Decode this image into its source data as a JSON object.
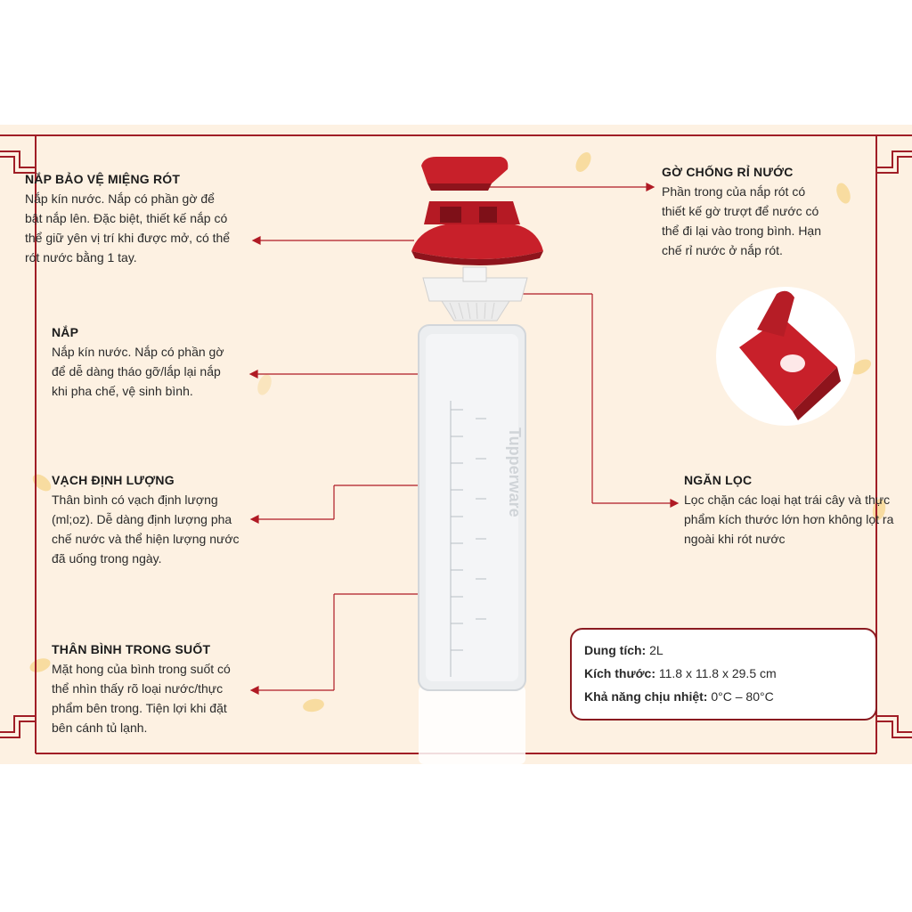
{
  "colors": {
    "frame": "#a01e26",
    "panel_bg": "#fdf1e2",
    "lid_red": "#c8202a",
    "accent_petal": "#f6d48a"
  },
  "brand_text": "Tupperware",
  "callouts": [
    {
      "title": "NẮP BẢO VỆ MIỆNG RÓT",
      "lines": [
        "Nắp kín nước. Nắp có phần gờ để",
        "bật nắp lên. Đặc biệt, thiết kế nắp có",
        "thể giữ yên vị trí khi được mở, có thể",
        "rót nước bằng 1 tay."
      ]
    },
    {
      "title": "NẮP",
      "lines": [
        "Nắp kín nước. Nắp có phần gờ",
        "để dễ dàng tháo gỡ/lắp lại nắp",
        "khi pha chế, vệ sinh bình."
      ]
    },
    {
      "title": "VẠCH ĐỊNH LƯỢNG",
      "lines": [
        "Thân bình có vạch định lượng",
        "(ml;oz). Dễ dàng định lượng pha",
        "chế nước và thể hiện lượng nước",
        "đã uống trong ngày."
      ]
    },
    {
      "title": "THÂN BÌNH TRONG SUỐT",
      "lines": [
        "Mặt hong của bình trong suốt có",
        "thể nhìn thấy rõ loại nước/thực",
        "phẩm bên trong. Tiện lợi khi đặt",
        "bên cánh tủ lạnh."
      ]
    },
    {
      "title": "GỜ CHỐNG RỈ NƯỚC",
      "lines": [
        "Phần trong của nắp rót có",
        "thiết kế gờ trượt để nước có",
        "thể đi lại vào trong bình. Hạn",
        "chế rỉ nước ở nắp  rót."
      ]
    },
    {
      "title": "NGĂN LỌC",
      "lines": [
        "Lọc chặn các loại hạt trái cây và thực",
        "phẩm kích thước lớn hơn  không lọt ra",
        "ngoài khi rót nước"
      ]
    }
  ],
  "specs": [
    {
      "key": "Dung tích:",
      "value": " 2L"
    },
    {
      "key": "Kích thước:",
      "value": " 11.8 x 11.8 x 29.5 cm"
    },
    {
      "key": "Khả năng chịu nhiệt:",
      "value": " 0°C – 80°C"
    }
  ]
}
